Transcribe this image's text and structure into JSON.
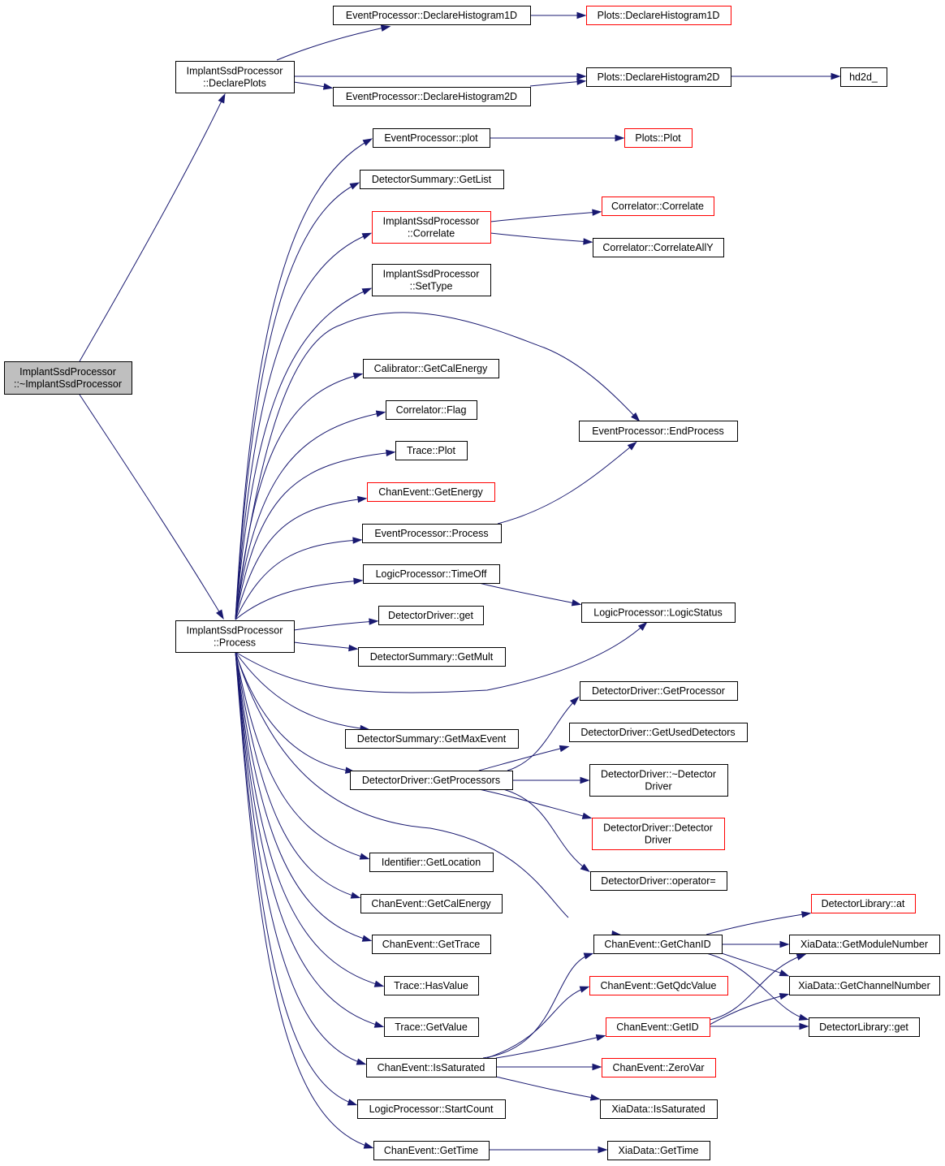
{
  "colors": {
    "edge": "#191970",
    "node_border": "#000000",
    "truncated_border": "#ff0000",
    "root_fill": "#bfbfbf",
    "node_fill": "#ffffff"
  },
  "nodes": {
    "root": {
      "lines": [
        "ImplantSsdProcessor",
        "::~ImplantSsdProcessor"
      ],
      "status": "root"
    },
    "declarePlots": {
      "lines": [
        "ImplantSsdProcessor",
        "::DeclarePlots"
      ],
      "status": "normal"
    },
    "process": {
      "lines": [
        "ImplantSsdProcessor",
        "::Process"
      ],
      "status": "normal"
    },
    "ep_dh1d": {
      "lines": [
        "EventProcessor::DeclareHistogram1D"
      ],
      "status": "normal"
    },
    "ep_dh2d": {
      "lines": [
        "EventProcessor::DeclareHistogram2D"
      ],
      "status": "normal"
    },
    "plots_dh1d": {
      "lines": [
        "Plots::DeclareHistogram1D"
      ],
      "status": "truncated"
    },
    "plots_dh2d": {
      "lines": [
        "Plots::DeclareHistogram2D"
      ],
      "status": "normal"
    },
    "hd2d": {
      "lines": [
        "hd2d_"
      ],
      "status": "normal"
    },
    "ep_plot": {
      "lines": [
        "EventProcessor::plot"
      ],
      "status": "normal"
    },
    "plots_plot": {
      "lines": [
        "Plots::Plot"
      ],
      "status": "truncated"
    },
    "ds_getlist": {
      "lines": [
        "DetectorSummary::GetList"
      ],
      "status": "normal"
    },
    "isp_correlate": {
      "lines": [
        "ImplantSsdProcessor",
        "::Correlate"
      ],
      "status": "truncated"
    },
    "corr_correlate": {
      "lines": [
        "Correlator::Correlate"
      ],
      "status": "truncated"
    },
    "corr_correlateally": {
      "lines": [
        "Correlator::CorrelateAllY"
      ],
      "status": "normal"
    },
    "isp_settype": {
      "lines": [
        "ImplantSsdProcessor",
        "::SetType"
      ],
      "status": "normal"
    },
    "cal_getcalenergy": {
      "lines": [
        "Calibrator::GetCalEnergy"
      ],
      "status": "normal"
    },
    "corr_flag": {
      "lines": [
        "Correlator::Flag"
      ],
      "status": "normal"
    },
    "ep_endprocess": {
      "lines": [
        "EventProcessor::EndProcess"
      ],
      "status": "normal"
    },
    "trace_plot": {
      "lines": [
        "Trace::Plot"
      ],
      "status": "normal"
    },
    "ce_getenergy": {
      "lines": [
        "ChanEvent::GetEnergy"
      ],
      "status": "truncated"
    },
    "ep_process": {
      "lines": [
        "EventProcessor::Process"
      ],
      "status": "normal"
    },
    "lp_timeoff": {
      "lines": [
        "LogicProcessor::TimeOff"
      ],
      "status": "normal"
    },
    "dd_get": {
      "lines": [
        "DetectorDriver::get"
      ],
      "status": "normal"
    },
    "lp_logicstatus": {
      "lines": [
        "LogicProcessor::LogicStatus"
      ],
      "status": "normal"
    },
    "ds_getmult": {
      "lines": [
        "DetectorSummary::GetMult"
      ],
      "status": "normal"
    },
    "dd_getprocessor": {
      "lines": [
        "DetectorDriver::GetProcessor"
      ],
      "status": "normal"
    },
    "ds_getmaxevent": {
      "lines": [
        "DetectorSummary::GetMaxEvent"
      ],
      "status": "normal"
    },
    "dd_getuseddetectors": {
      "lines": [
        "DetectorDriver::GetUsedDetectors"
      ],
      "status": "normal"
    },
    "dd_getprocessors": {
      "lines": [
        "DetectorDriver::GetProcessors"
      ],
      "status": "normal"
    },
    "dd_dtor": {
      "lines": [
        "DetectorDriver::~Detector",
        "Driver"
      ],
      "status": "normal"
    },
    "dd_ctor": {
      "lines": [
        "DetectorDriver::Detector",
        "Driver"
      ],
      "status": "truncated"
    },
    "id_getlocation": {
      "lines": [
        "Identifier::GetLocation"
      ],
      "status": "normal"
    },
    "dd_opassign": {
      "lines": [
        "DetectorDriver::operator="
      ],
      "status": "normal"
    },
    "ce_getcalenergy": {
      "lines": [
        "ChanEvent::GetCalEnergy"
      ],
      "status": "normal"
    },
    "dl_at": {
      "lines": [
        "DetectorLibrary::at"
      ],
      "status": "truncated"
    },
    "ce_gettrace": {
      "lines": [
        "ChanEvent::GetTrace"
      ],
      "status": "normal"
    },
    "ce_getchanid": {
      "lines": [
        "ChanEvent::GetChanID"
      ],
      "status": "normal"
    },
    "xia_getmodulenumber": {
      "lines": [
        "XiaData::GetModuleNumber"
      ],
      "status": "normal"
    },
    "trace_hasvalue": {
      "lines": [
        "Trace::HasValue"
      ],
      "status": "normal"
    },
    "ce_getqdcvalue": {
      "lines": [
        "ChanEvent::GetQdcValue"
      ],
      "status": "truncated"
    },
    "xia_getchannelnumber": {
      "lines": [
        "XiaData::GetChannelNumber"
      ],
      "status": "normal"
    },
    "trace_getvalue": {
      "lines": [
        "Trace::GetValue"
      ],
      "status": "normal"
    },
    "ce_getid": {
      "lines": [
        "ChanEvent::GetID"
      ],
      "status": "truncated"
    },
    "dl_get": {
      "lines": [
        "DetectorLibrary::get"
      ],
      "status": "normal"
    },
    "ce_issaturated": {
      "lines": [
        "ChanEvent::IsSaturated"
      ],
      "status": "normal"
    },
    "ce_zerovar": {
      "lines": [
        "ChanEvent::ZeroVar"
      ],
      "status": "truncated"
    },
    "xia_issaturated": {
      "lines": [
        "XiaData::IsSaturated"
      ],
      "status": "normal"
    },
    "lp_startcount": {
      "lines": [
        "LogicProcessor::StartCount"
      ],
      "status": "normal"
    },
    "ce_gettime": {
      "lines": [
        "ChanEvent::GetTime"
      ],
      "status": "normal"
    },
    "xia_gettime": {
      "lines": [
        "XiaData::GetTime"
      ],
      "status": "normal"
    }
  },
  "edges": [
    [
      "root",
      "declarePlots"
    ],
    [
      "root",
      "process"
    ],
    [
      "declarePlots",
      "ep_dh1d"
    ],
    [
      "declarePlots",
      "ep_dh2d"
    ],
    [
      "declarePlots",
      "plots_dh2d"
    ],
    [
      "ep_dh1d",
      "plots_dh1d"
    ],
    [
      "ep_dh2d",
      "plots_dh2d"
    ],
    [
      "plots_dh2d",
      "hd2d"
    ],
    [
      "process",
      "ep_plot"
    ],
    [
      "process",
      "ds_getlist"
    ],
    [
      "process",
      "isp_correlate"
    ],
    [
      "process",
      "isp_settype"
    ],
    [
      "process",
      "ep_endprocess"
    ],
    [
      "process",
      "cal_getcalenergy"
    ],
    [
      "process",
      "corr_flag"
    ],
    [
      "process",
      "trace_plot"
    ],
    [
      "process",
      "ce_getenergy"
    ],
    [
      "process",
      "ep_process"
    ],
    [
      "process",
      "lp_timeoff"
    ],
    [
      "process",
      "dd_get"
    ],
    [
      "process",
      "ds_getmult"
    ],
    [
      "process",
      "lp_logicstatus"
    ],
    [
      "process",
      "ds_getmaxevent"
    ],
    [
      "process",
      "dd_getprocessors"
    ],
    [
      "process",
      "ce_getchanid"
    ],
    [
      "process",
      "id_getlocation"
    ],
    [
      "process",
      "ce_getcalenergy"
    ],
    [
      "process",
      "ce_gettrace"
    ],
    [
      "process",
      "trace_hasvalue"
    ],
    [
      "process",
      "trace_getvalue"
    ],
    [
      "process",
      "ce_issaturated"
    ],
    [
      "process",
      "lp_startcount"
    ],
    [
      "process",
      "ce_gettime"
    ],
    [
      "ep_plot",
      "plots_plot"
    ],
    [
      "isp_correlate",
      "corr_correlate"
    ],
    [
      "isp_correlate",
      "corr_correlateally"
    ],
    [
      "ep_process",
      "ep_endprocess"
    ],
    [
      "lp_timeoff",
      "lp_logicstatus"
    ],
    [
      "dd_getprocessors",
      "dd_getprocessor"
    ],
    [
      "dd_getprocessors",
      "dd_getuseddetectors"
    ],
    [
      "dd_getprocessors",
      "dd_dtor"
    ],
    [
      "dd_getprocessors",
      "dd_ctor"
    ],
    [
      "dd_getprocessors",
      "dd_opassign"
    ],
    [
      "ce_getchanid",
      "dl_at"
    ],
    [
      "ce_getchanid",
      "xia_getmodulenumber"
    ],
    [
      "ce_getchanid",
      "xia_getchannelnumber"
    ],
    [
      "ce_getchanid",
      "dl_get"
    ],
    [
      "ce_getid",
      "xia_getmodulenumber"
    ],
    [
      "ce_getid",
      "xia_getchannelnumber"
    ],
    [
      "ce_getid",
      "dl_get"
    ],
    [
      "ce_issaturated",
      "ce_getchanid"
    ],
    [
      "ce_issaturated",
      "ce_getqdcvalue"
    ],
    [
      "ce_issaturated",
      "ce_getid"
    ],
    [
      "ce_issaturated",
      "ce_zerovar"
    ],
    [
      "ce_issaturated",
      "xia_issaturated"
    ],
    [
      "ce_gettime",
      "xia_gettime"
    ]
  ]
}
